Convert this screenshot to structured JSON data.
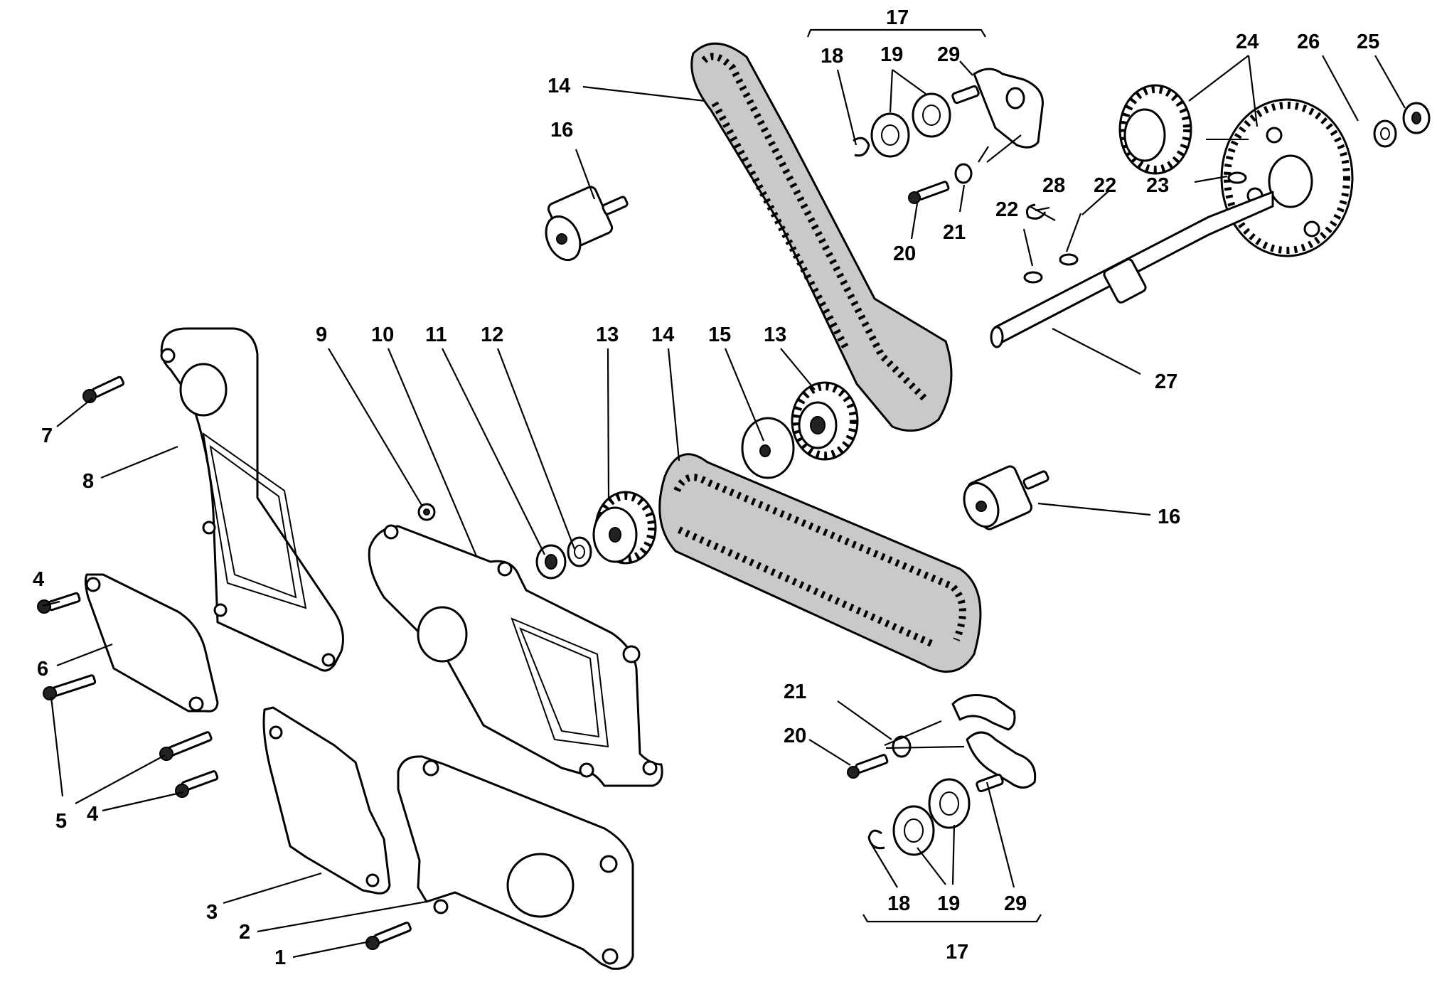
{
  "labels": {
    "l1": "1",
    "l2": "2",
    "l3": "3",
    "l4a": "4",
    "l4b": "4",
    "l5": "5",
    "l6": "6",
    "l7": "7",
    "l8": "8",
    "l9": "9",
    "l10": "10",
    "l11": "11",
    "l12": "12",
    "l13a": "13",
    "l13b": "13",
    "l14a": "14",
    "l14b": "14",
    "l15": "15",
    "l16a": "16",
    "l16b": "16",
    "l17a": "17",
    "l17b": "17",
    "l18a": "18",
    "l18b": "18",
    "l19a": "19",
    "l19b": "19",
    "l20a": "20",
    "l20b": "20",
    "l21a": "21",
    "l21b": "21",
    "l22a": "22",
    "l22b": "22",
    "l23": "23",
    "l24": "24",
    "l25": "25",
    "l26": "26",
    "l27": "27",
    "l28": "28",
    "l29a": "29",
    "l29b": "29"
  }
}
